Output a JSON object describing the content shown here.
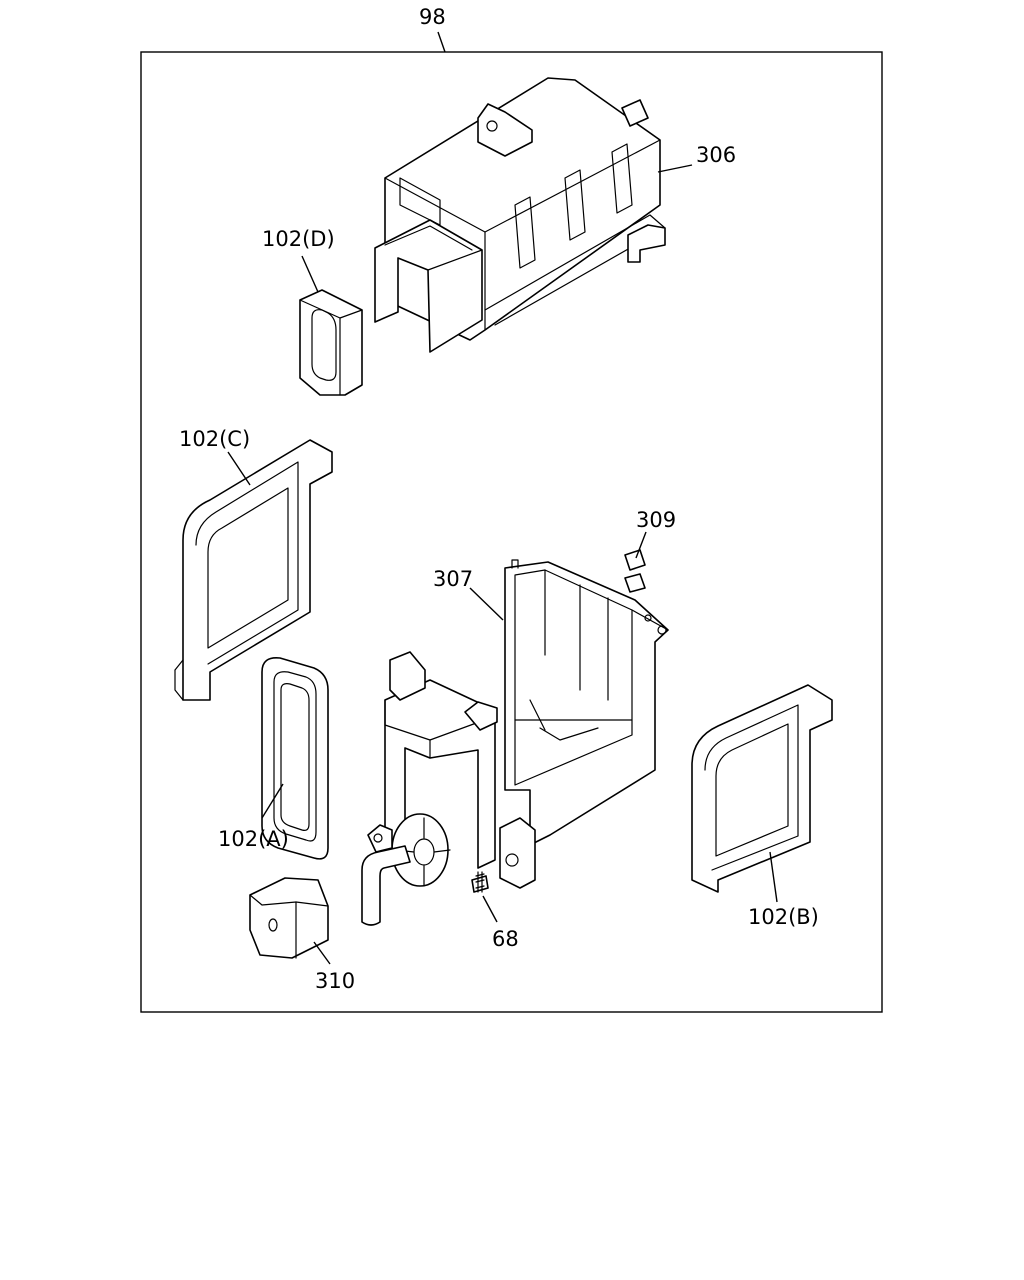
{
  "colors": {
    "line": "#000000",
    "background": "#ffffff"
  },
  "callouts": {
    "assembly": "98",
    "upper_case": "306",
    "seal_d": "102(D)",
    "seal_c": "102(C)",
    "clip": "309",
    "lower_case": "307",
    "seal_a": "102(A)",
    "seal_b": "102(B)",
    "screw": "68",
    "block": "310"
  }
}
